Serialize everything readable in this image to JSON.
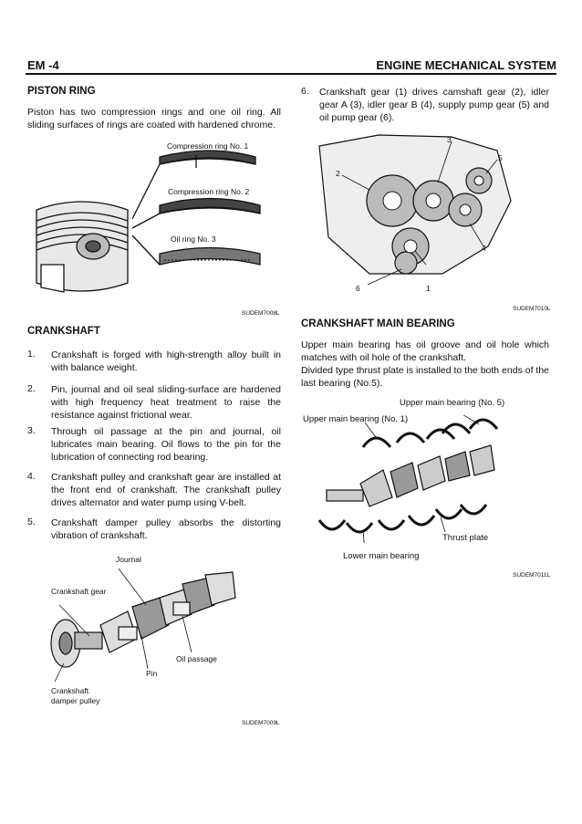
{
  "header": {
    "page_no": "EM -4",
    "section_title": "ENGINE MECHANICAL SYSTEM"
  },
  "piston_ring": {
    "heading": "PISTON RING",
    "body": "Piston has two compression rings and one oil ring.  All sliding surfaces of rings are coated with hardened chrome.",
    "fig_labels": [
      "Compression ring No. 1",
      "Compression ring No. 2",
      "Oil ring No. 3"
    ],
    "fig_code": "SUDEM7008L"
  },
  "crankshaft": {
    "heading": "CRANKSHAFT",
    "items": [
      {
        "n": "1.",
        "text": "Crankshaft is forged with high-strength alloy built in with balance weight."
      },
      {
        "n": "2.",
        "text": "Pin, journal and oil seal sliding-surface are hardened with high frequency heat treatment to raise the resistance against frictional wear."
      },
      {
        "n": "3.",
        "text": "Through oil passage at the pin and journal, oil lubricates main bearing.  Oil flows to the pin for the lubrication of connecting rod bearing."
      },
      {
        "n": "4.",
        "text": "Crankshaft pulley and crankshaft gear are installed at the front end of crankshaft.  The crankshaft pulley drives alternator and water pump using V-belt."
      },
      {
        "n": "5.",
        "text": "Crankshaft damper pulley absorbs the distorting vibration of crankshaft."
      }
    ],
    "fig_labels": {
      "journal": "Journal",
      "gear": "Crankshaft gear",
      "oil_passage": "Oil passage",
      "pin": "Pin",
      "pulley_l1": "Crankshaft",
      "pulley_l2": "damper pulley"
    },
    "fig_code": "SUDEM7009L"
  },
  "gear_train": {
    "n": "6.",
    "text": "Crankshaft gear (1) drives camshaft gear (2), idler gear A (3), idler gear B (4), supply pump gear (5) and oil pump gear (6).",
    "callouts": [
      "1",
      "2",
      "3",
      "4",
      "5",
      "6"
    ],
    "fig_code": "SUDEM7010L"
  },
  "main_bearing": {
    "heading": "CRANKSHAFT MAIN BEARING",
    "body1": "Upper main bearing has oil groove and oil hole which matches with oil hole of the crankshaft.",
    "body2": "Divided type thrust plate is installed to the both ends of the last bearing (No.5).",
    "fig_labels": {
      "upper5": "Upper main bearing (No. 5)",
      "upper1": "Upper main bearing (No. 1)",
      "thrust": "Thrust plate",
      "lower": "Lower main bearing"
    },
    "fig_code": "SUDEM7011L"
  }
}
